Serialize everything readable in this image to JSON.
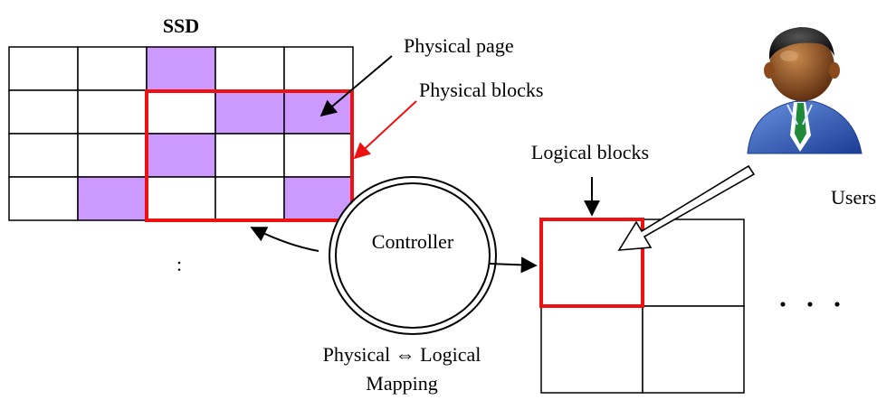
{
  "ssd_title": "SSD",
  "labels": {
    "physical_page": "Physical page",
    "physical_blocks": "Physical blocks",
    "logical_blocks": "Logical blocks",
    "users": "Users",
    "controller": "Controller",
    "mapping_line1": "Physical ⇔ Logical",
    "mapping_line2": "Mapping",
    "ssd_continuation": ":",
    "logical_continuation": "・ ・ ・"
  },
  "ssd_grid": {
    "rows": 4,
    "cols": 5,
    "filled_cells": [
      [
        0,
        2
      ],
      [
        1,
        3
      ],
      [
        1,
        4
      ],
      [
        2,
        2
      ],
      [
        3,
        1
      ],
      [
        3,
        4
      ]
    ]
  },
  "logical_grid": {
    "rows": 2,
    "cols": 2
  },
  "colors": {
    "page_fill": "#cc99ff",
    "highlight": "#ee1111",
    "line": "#000000",
    "user_skin": "#8a4a1c",
    "user_suit": "#2a55b8",
    "user_tie": "#1f8a3a"
  }
}
